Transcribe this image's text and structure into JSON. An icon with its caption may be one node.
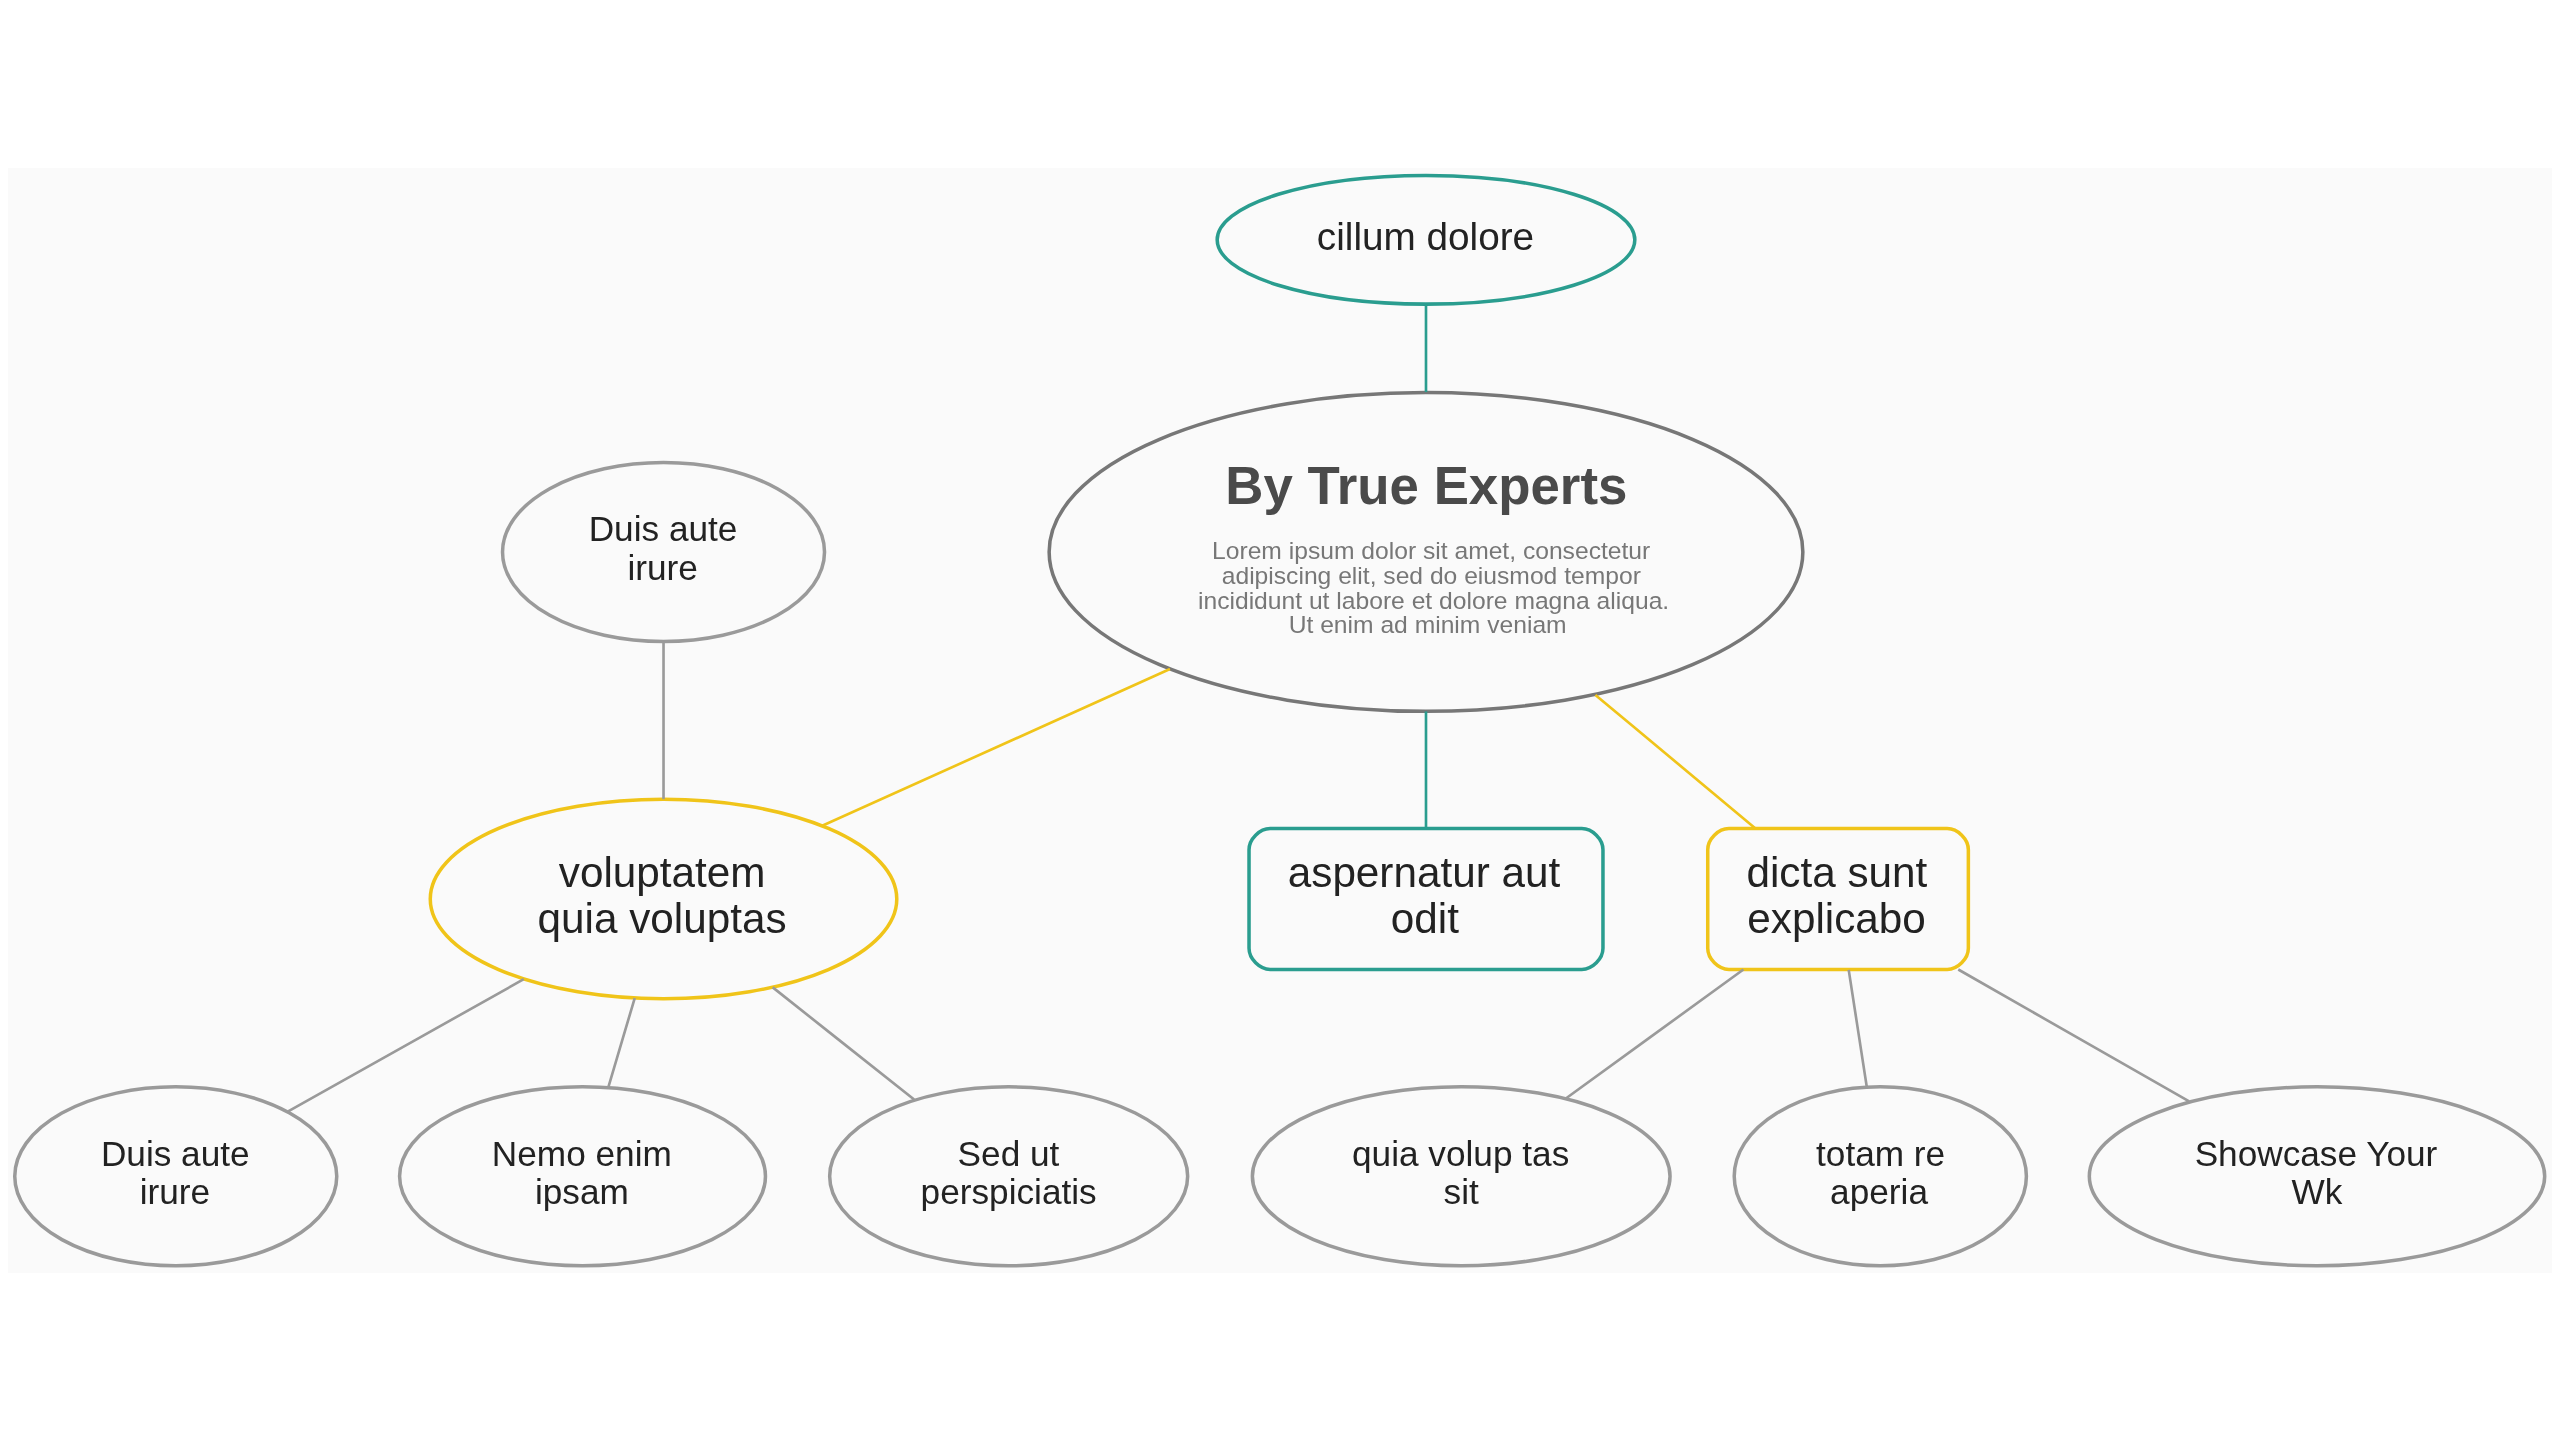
{
  "diagram": {
    "nodes": [
      {
        "text": [
          "By True Experts",
          "Lorem ipsum dolor sit amet, consectetur adipiscing elit, sed do eiusmod tempor incididunt ut labore et dolore magna aliqua. Ut enim ad minim veniam"
        ]
      },
      {
        "text": [
          "cillum dolore"
        ]
      },
      {
        "text": [
          "aspernatur aut odit"
        ]
      },
      {
        "text": [
          "Duis aute irure"
        ]
      },
      {
        "text": [
          "voluptatem quia voluptas"
        ]
      },
      {
        "text": [
          "dicta sunt explicabo"
        ]
      },
      {
        "text": [
          "Duis aute irure"
        ]
      },
      {
        "text": [
          "Nemo enim ipsam"
        ]
      },
      {
        "text": [
          "Sed ut perspiciatis"
        ]
      },
      {
        "text": [
          "quia volup tas sit"
        ]
      },
      {
        "text": [
          "totam re aperia"
        ]
      },
      {
        "text": [
          "Showcase Your Wk"
        ]
      }
    ],
    "edges": [
      {
        "from": 1,
        "to": 0,
        "arrow": "none",
        "color": "#2a9d8f"
      },
      {
        "from": 0,
        "to": 2,
        "arrow": "none",
        "color": "#2a9d8f"
      },
      {
        "from": 0,
        "to": 4,
        "arrow": "none",
        "color": "#f0c419"
      },
      {
        "from": 0,
        "to": 5,
        "arrow": "none",
        "color": "#f0c419"
      },
      {
        "from": 3,
        "to": 4,
        "arrow": "none"
      },
      {
        "from": 4,
        "to": 6,
        "arrow": "none"
      },
      {
        "from": 4,
        "to": 7,
        "arrow": "none"
      },
      {
        "from": 4,
        "to": 8,
        "arrow": "none"
      },
      {
        "from": 5,
        "to": 9,
        "arrow": "none"
      },
      {
        "from": 5,
        "to": 10,
        "arrow": "none"
      },
      {
        "from": 5,
        "to": 11,
        "arrow": "none"
      }
    ]
  }
}
